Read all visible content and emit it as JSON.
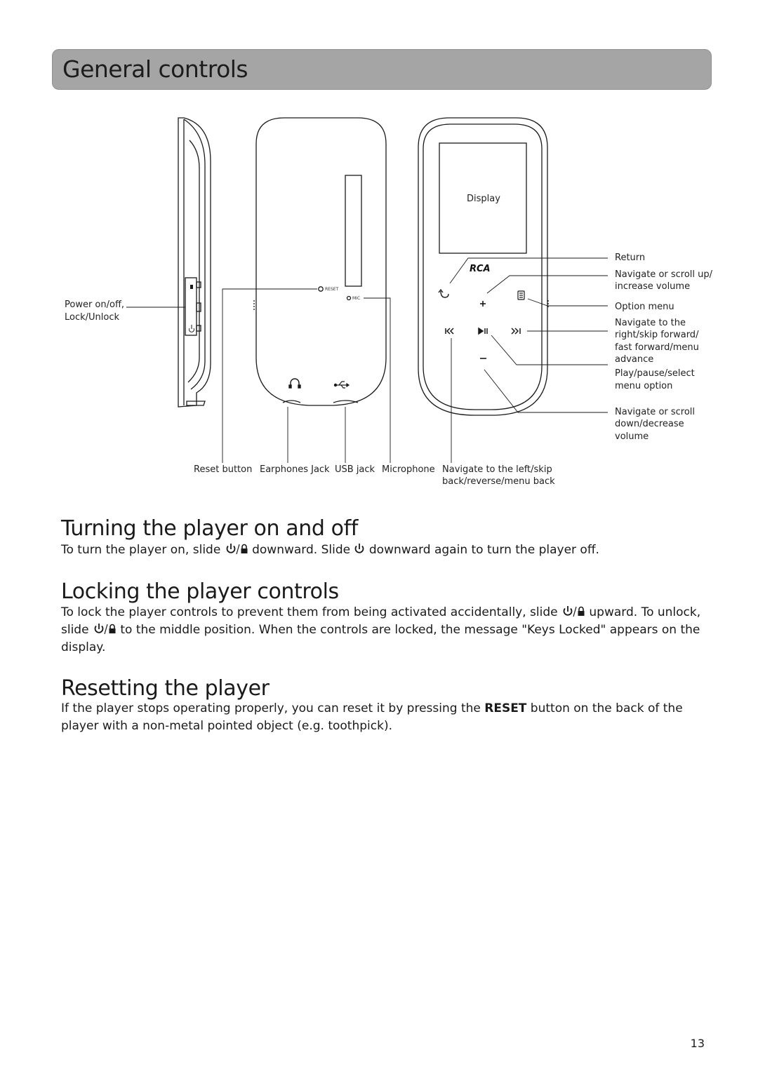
{
  "header": {
    "title": "General controls"
  },
  "diagram": {
    "display_label": "Display",
    "brand_logo": "RCA",
    "reset_mark": "RESET",
    "mic_mark": "MIC",
    "labels": {
      "power_line1": "Power on/off,",
      "power_line2": "Lock/Unlock",
      "return": "Return",
      "nav_up_line1": "Navigate or scroll up/",
      "nav_up_line2": "increase volume",
      "option_menu": "Option menu",
      "nav_right_line1": "Navigate to the",
      "nav_right_line2": "right/skip forward/",
      "nav_right_line3": "fast forward/menu",
      "nav_right_line4": "advance",
      "play_line1": "Play/pause/select",
      "play_line2": "menu option",
      "nav_down_line1": "Navigate or scroll",
      "nav_down_line2": "down/decrease",
      "nav_down_line3": "volume",
      "reset_button": "Reset  button",
      "earphones_jack": "Earphones Jack",
      "usb_jack": "USB jack",
      "microphone": "Microphone",
      "nav_left_line1": "Navigate to the left/skip",
      "nav_left_line2": "back/reverse/menu back"
    }
  },
  "sections": {
    "turning": {
      "title": "Turning the player on and off",
      "text_1": "To turn the player on, slide ",
      "text_2": " downward. Slide ",
      "text_3": " downward again to turn the player off."
    },
    "locking": {
      "title": "Locking the player controls",
      "text_1": "To lock the player controls to prevent them from being activated accidentally, slide ",
      "text_2": " upward.  To unlock, slide ",
      "text_3": " to the middle position. When the controls are locked, the message \"Keys Locked\" appears on the display."
    },
    "resetting": {
      "title": "Resetting the player",
      "text_1": "If the player stops operating properly, you can reset it by pressing the ",
      "bold": "RESET",
      "text_2": " button on the back of the player with a non-metal pointed object (e.g. toothpick)."
    }
  },
  "page_number": "13"
}
